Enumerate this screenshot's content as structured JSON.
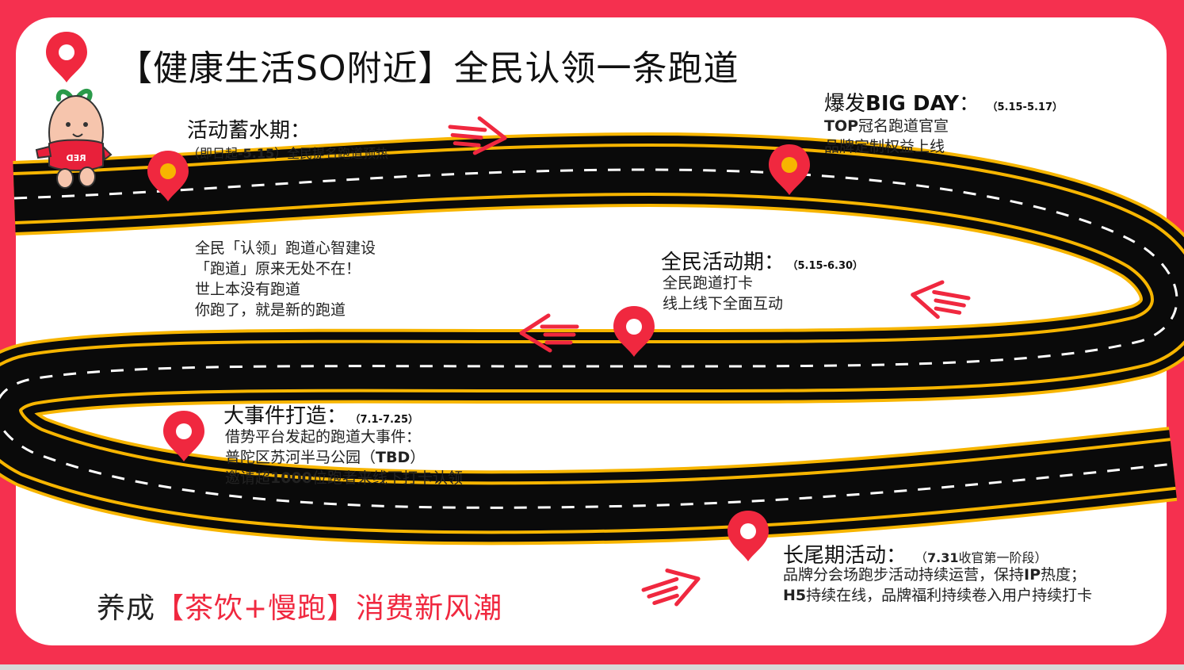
{
  "title": "【健康生活SO附近】全民认领一条跑道",
  "colors": {
    "brand_red": "#f5304f",
    "road": "#0a0a0a",
    "road_edge": "#f7b500",
    "lane": "#ffffff",
    "accent_red": "#f0283f"
  },
  "mascot": {
    "shirt_label": "RED"
  },
  "phase1": {
    "heading": "活动蓄水期：",
    "sub_open": "（即日起",
    "sub_date": "-5.15",
    "sub_close": "）全民提名跑道预热"
  },
  "big_day": {
    "heading_cn": "爆发",
    "heading_en": "BIG DAY",
    "heading_colon": "：",
    "dates": "（5.15-5.17）",
    "line1_en": "TOP",
    "line1_cn": "冠名跑道官宣",
    "line2": "品牌定制权益上线"
  },
  "slogan_block": {
    "lines": [
      "全民「认领」跑道心智建设",
      "「跑道」原来无处不在！",
      "世上本没有跑道",
      "你跑了，就是新的跑道"
    ]
  },
  "phase2": {
    "heading": "全民活动期：",
    "dates": "（5.15-6.30）",
    "lines": [
      "全民跑道打卡",
      "线上线下全面互动"
    ]
  },
  "phase3": {
    "heading": "大事件打造：",
    "dates": "（7.1-7.25）",
    "line1": "借势平台发起的跑道大事件：",
    "line2_a": "普陀区苏河半马公园（",
    "line2_b": "TBD",
    "line2_c": "）",
    "line3_a": "邀请超",
    "line3_b": "1000",
    "line3_c": "位跑者来线下打卡认领"
  },
  "phase4": {
    "heading": "长尾期活动：",
    "dates_a": "（",
    "dates_b": "7.31",
    "dates_c": "收官第一阶段）",
    "line1_a": "品牌分会场跑步活动持续运营，保持",
    "line1_b": "IP",
    "line1_c": "热度；",
    "line2_a": "H5",
    "line2_b": "持续在线，品牌福利持续卷入用户持续打卡"
  },
  "footer_slogan": {
    "prefix": "养成",
    "highlight": "【茶饮+慢跑】消费新风潮"
  },
  "icons": [
    "location-pin-icon",
    "direction-arrow-icon",
    "mascot-icon"
  ]
}
